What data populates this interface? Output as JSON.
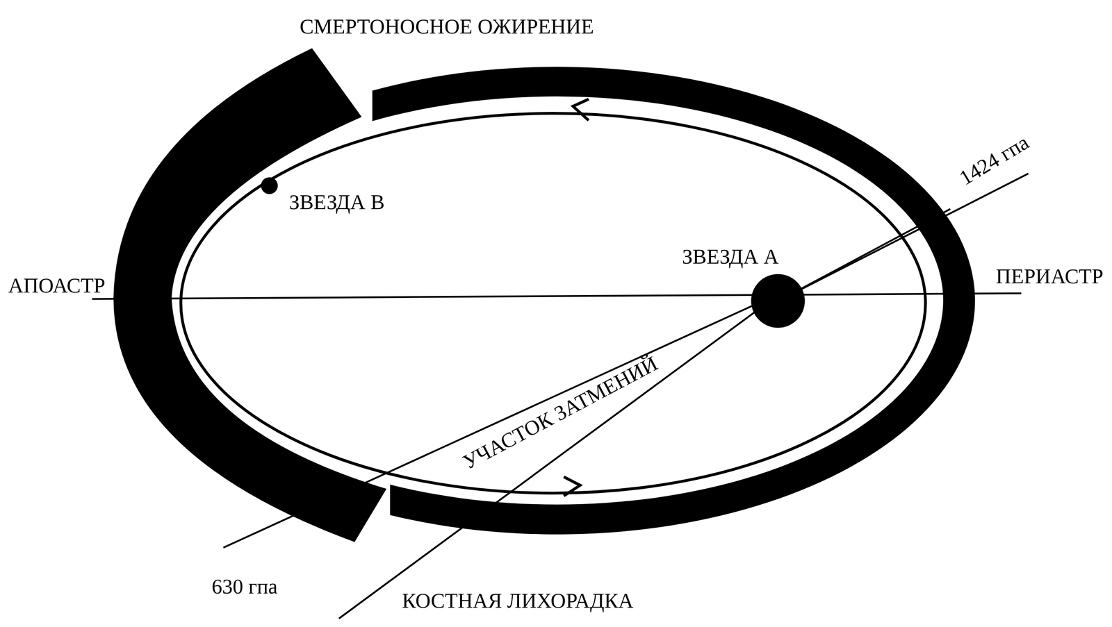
{
  "diagram": {
    "nodes": [
      {
        "text": [
          "ЗВЕЗДА А"
        ]
      },
      {
        "text": [
          "ЗВЕЗДА В"
        ]
      }
    ],
    "labels": [
      "СМЕРТОНОСНОЕ ОЖИРЕНИЕ",
      "АПОАСТР",
      "ПЕРИАСТР",
      "1424 гпа",
      "УЧАСТОК ЗАТМЕНИЙ",
      "630 гпа",
      "КОСТНАЯ ЛИХОРАДКА"
    ]
  }
}
